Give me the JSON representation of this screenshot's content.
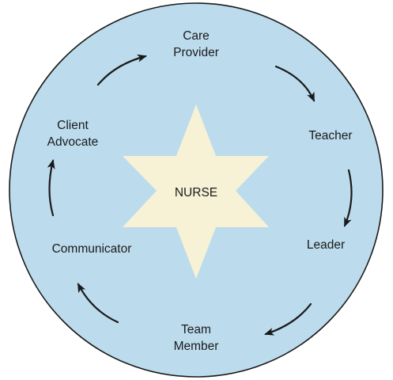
{
  "diagram": {
    "center_label": "NURSE",
    "colors": {
      "circle_fill": "#bcdcee",
      "circle_stroke": "#1a1a1a",
      "star_fill": "#f7f2d5",
      "arrow": "#1a1a1a",
      "text": "#1a1a1a"
    },
    "roles": {
      "care_provider": [
        "Care",
        "Provider"
      ],
      "teacher": "Teacher",
      "leader": "Leader",
      "team_member": [
        "Team",
        "Member"
      ],
      "communicator": "Communicator",
      "client_advocate": [
        "Client",
        "Advocate"
      ]
    }
  }
}
